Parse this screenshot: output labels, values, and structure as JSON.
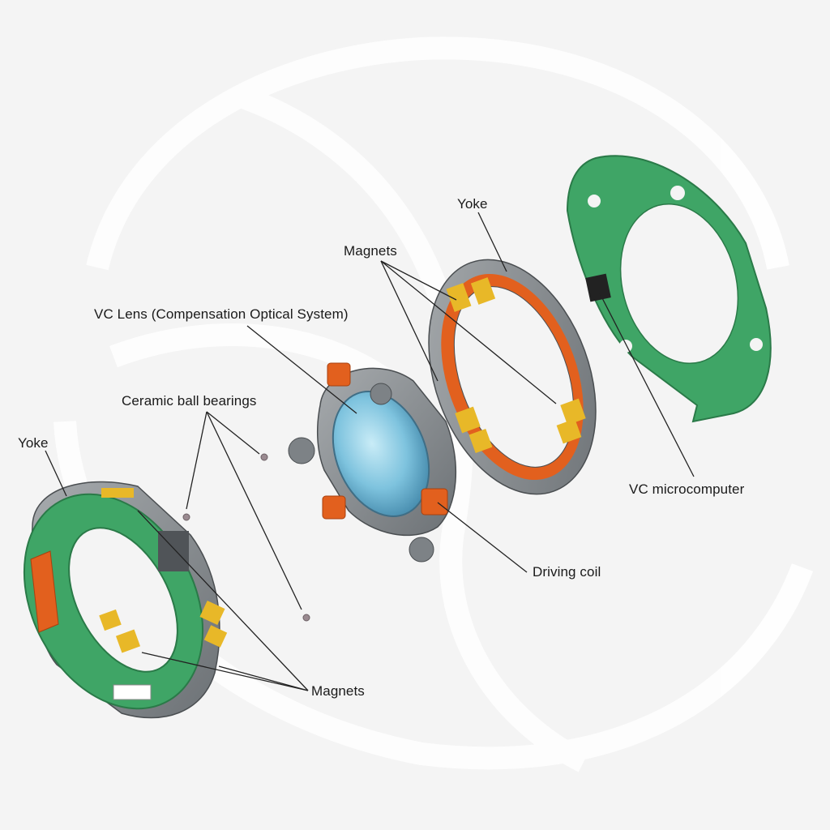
{
  "labels": {
    "yoke_right": "Yoke",
    "magnets_top": "Magnets",
    "vc_lens": "VC Lens (Compensation Optical System)",
    "ceramic_ball_bearings": "Ceramic ball bearings",
    "yoke_left": "Yoke",
    "vc_microcomputer": "VC microcomputer",
    "driving_coil": "Driving coil",
    "magnets_bottom": "Magnets"
  },
  "colors": {
    "pcb_green": "#3fa566",
    "frame_gray": "#8a8f93",
    "magnet_yellow": "#e8b828",
    "coil_orange": "#e2601e",
    "lens_blue": "#7ec3de",
    "leader_line": "#222222"
  }
}
